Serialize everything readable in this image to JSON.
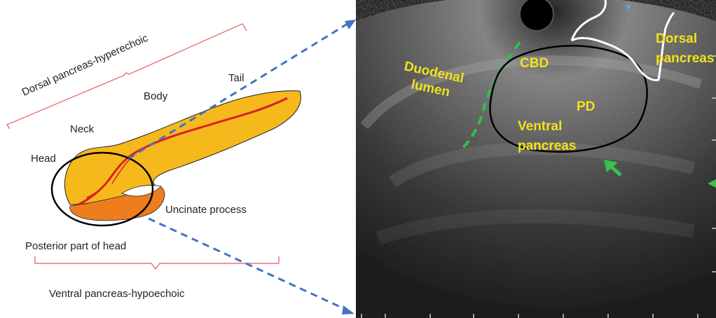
{
  "diagram": {
    "labels": {
      "dorsal_pancreas": "Dorsal pancreas-hyperechoic",
      "tail": "Tail",
      "body": "Body",
      "neck": "Neck",
      "head": "Head",
      "uncinate_process": "Uncinate process",
      "posterior_head": "Posterior part of head",
      "ventral_pancreas": "Ventral pancreas-hypoechoic"
    },
    "colors": {
      "dorsal_fill": "#f5b91c",
      "ventral_fill": "#ee7d1e",
      "duct": "#d8201f",
      "bracket": "#e05a5a",
      "arrow": "#4472c4"
    }
  },
  "ultrasound": {
    "labels": {
      "duodenal_lumen_1": "Duodenal",
      "duodenal_lumen_2": "lumen",
      "cbd": "CBD",
      "pd": "PD",
      "ventral_1": "Ventral",
      "ventral_2": "pancreas",
      "dorsal_1": "Dorsal",
      "dorsal_2": "pancreas"
    },
    "colors": {
      "text": "#f2e21a",
      "dashed_line": "#2fbf4a",
      "arrow_marker": "#39c24a",
      "ventral_outline": "#000000",
      "dorsal_outline": "#ffffff"
    }
  }
}
